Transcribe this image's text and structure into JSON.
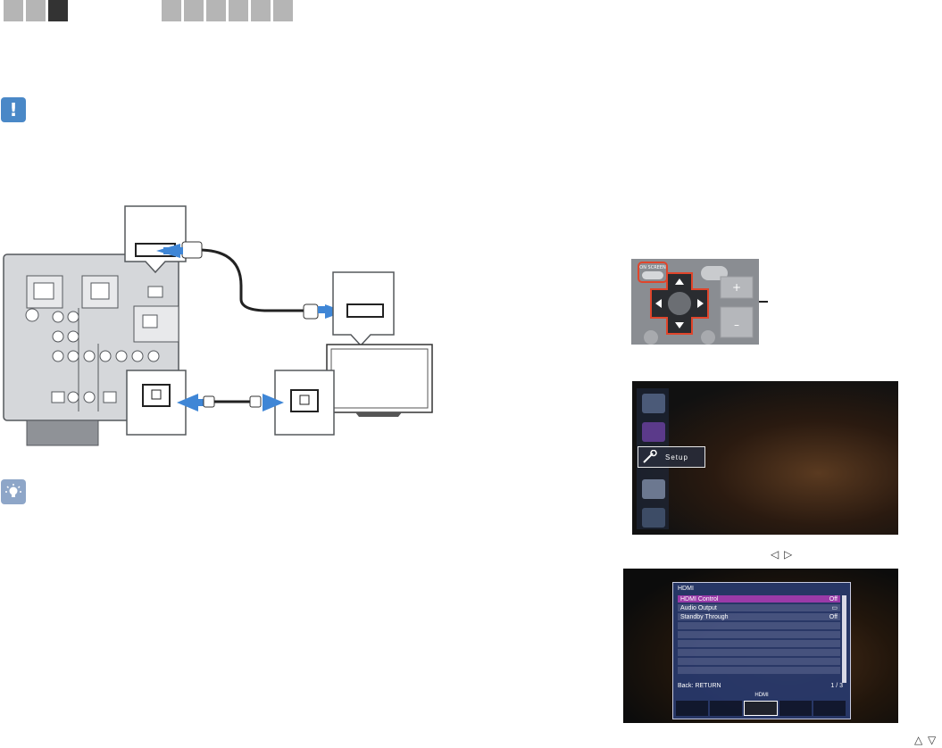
{
  "nav": {
    "group1_tabs": 3,
    "group1_active_index": 2,
    "group2_tabs": 6
  },
  "icons": {
    "caution": "exclamation-icon",
    "tip": "lightbulb-icon"
  },
  "colors": {
    "accent_blue": "#4a88c7",
    "cable_arrow": "#3f86d6",
    "remote_highlight": "#e0452b",
    "menu_selected": "#9a3aa8"
  },
  "remote": {
    "on_screen_label": "ON SCREEN",
    "plus_symbol": "+",
    "minus_symbol": "–"
  },
  "screen1": {
    "selected_menu_label": "Setup"
  },
  "nav_arrows": {
    "left_right": "◁ ▷",
    "up_down": "△ ▽"
  },
  "screen2": {
    "title": "HDMI",
    "rows": [
      {
        "label": "HDMI Control",
        "value": "Off"
      },
      {
        "label": "Audio Output",
        "value": "▭"
      },
      {
        "label": "Standby Through",
        "value": "Off"
      },
      {
        "label": "",
        "value": ""
      },
      {
        "label": "",
        "value": ""
      },
      {
        "label": "",
        "value": ""
      },
      {
        "label": "",
        "value": ""
      },
      {
        "label": "",
        "value": ""
      },
      {
        "label": "",
        "value": ""
      }
    ],
    "back_label": "Back: RETURN",
    "page_indicator": "1 / 3",
    "sub_label": "HDMI"
  }
}
